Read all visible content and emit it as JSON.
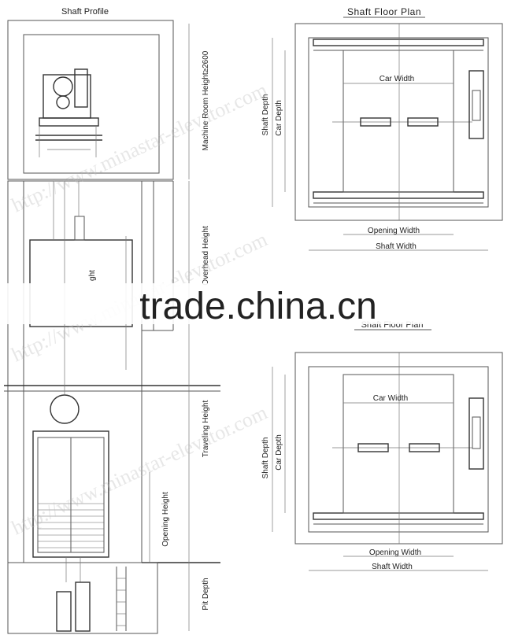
{
  "profile": {
    "title": "Shaft Profile",
    "machine_room_height": "Machine Room Height≥2600",
    "overhead_height": "Overhead Height",
    "car_height_partial": "ght",
    "traveling_height": "Traveling Height",
    "opening_height": "Opening Height",
    "pit_depth": "Pit Depth"
  },
  "plan_top": {
    "title": "Shaft  Floor Plan",
    "car_width": "Car Width",
    "car_depth": "Car Depth",
    "shaft_depth": "Shaft Depth",
    "opening_width": "Opening Width",
    "shaft_width": "Shaft Width"
  },
  "plan_bottom": {
    "title": "Shaft Floor Plan",
    "car_width": "Car Width",
    "car_depth": "Car Depth",
    "shaft_depth": "Shaft Depth",
    "opening_width": "Opening Width",
    "shaft_width": "Shaft Width"
  },
  "watermark": {
    "url_1": "http://www.minastar-elevator.com",
    "url_2": "http://www.minastar-elevator.com",
    "url_3": "http://www.minastar-elevator.com",
    "brand": "trade.china.cn"
  }
}
